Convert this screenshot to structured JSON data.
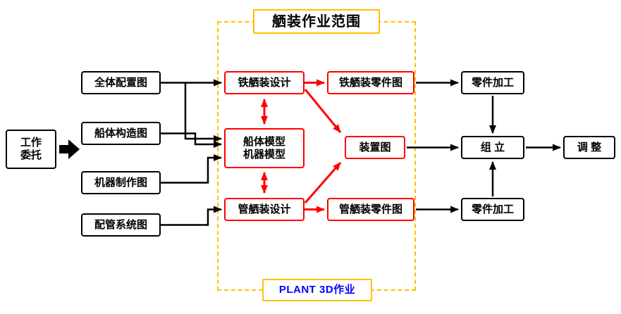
{
  "title_box": {
    "label": "舾装作业范围"
  },
  "plant_box": {
    "label": "PLANT 3D作业"
  },
  "nodes": {
    "work_request_line1": "工作",
    "work_request_line2": "委托",
    "general_arrangement": "全体配置图",
    "hull_structure": "船体构造图",
    "machine_fabrication": "机器制作图",
    "piping_system": "配管系统图",
    "iron_outfit_design": "铁舾装设计",
    "hull_model_line1": "船体模型",
    "hull_model_line2": "机器模型",
    "pipe_outfit_design": "管舾装设计",
    "iron_outfit_parts": "铁舾装零件图",
    "device_drawing": "装置图",
    "pipe_outfit_parts": "管舾装零件图",
    "parts_machining_top": "零件加工",
    "assembly": "组 立",
    "parts_machining_bottom": "零件加工",
    "adjustment": "调 整"
  },
  "colors": {
    "red_arrow": "#FF0000",
    "black_arrow": "#000000",
    "scope_border": "#FFC000",
    "plant_label_text": "#0000FF",
    "box_fill": "#FFFFFF"
  },
  "edges": [
    {
      "from": "工作委托",
      "to": "输入图纸组",
      "color": "black",
      "style": "block-arrow"
    },
    {
      "from": "全体配置图",
      "to": "铁舾装设计",
      "color": "black"
    },
    {
      "from": "全体配置图",
      "to": "船体模型/机器模型",
      "color": "black"
    },
    {
      "from": "船体构造图",
      "to": "船体模型/机器模型",
      "color": "black"
    },
    {
      "from": "机器制作图",
      "to": "船体模型/机器模型",
      "color": "black"
    },
    {
      "from": "配管系统图",
      "to": "管舾装设计",
      "color": "black"
    },
    {
      "from": "铁舾装设计",
      "to": "铁舾装零件图",
      "color": "red"
    },
    {
      "from": "船体模型/机器模型",
      "to": "铁舾装设计",
      "color": "red",
      "bidirectional": true
    },
    {
      "from": "船体模型/机器模型",
      "to": "管舾装设计",
      "color": "red",
      "bidirectional": true
    },
    {
      "from": "铁舾装设计",
      "to": "装置图",
      "color": "red"
    },
    {
      "from": "管舾装设计",
      "to": "装置图",
      "color": "red"
    },
    {
      "from": "管舾装设计",
      "to": "管舾装零件图",
      "color": "red"
    },
    {
      "from": "铁舾装零件图",
      "to": "零件加工(上)",
      "color": "black"
    },
    {
      "from": "装置图",
      "to": "组立",
      "color": "black"
    },
    {
      "from": "管舾装零件图",
      "to": "零件加工(下)",
      "color": "black"
    },
    {
      "from": "零件加工(上)",
      "to": "组立",
      "color": "black"
    },
    {
      "from": "零件加工(下)",
      "to": "组立",
      "color": "black"
    },
    {
      "from": "组立",
      "to": "调整",
      "color": "black"
    }
  ]
}
